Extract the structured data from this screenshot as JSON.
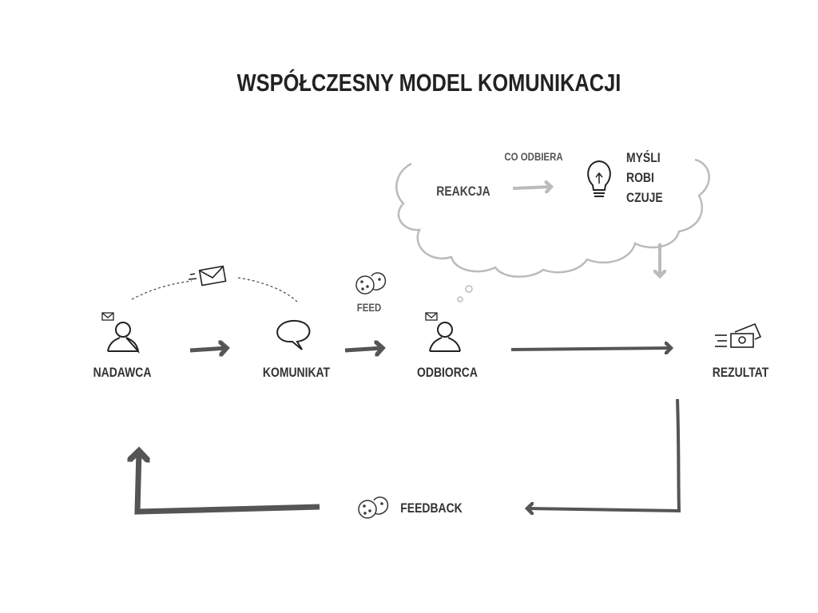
{
  "title": "WSPÓŁCZESNY MODEL KOMUNIKACJI",
  "nodes": {
    "sender": "NADAWCA",
    "message": "KOMUNIKAT",
    "receiver": "ODBIORCA",
    "result": "REZULTAT"
  },
  "feed_label": "FEED",
  "feedback_label": "FEEDBACK",
  "cloud": {
    "reaction": "REAKCJA",
    "what_received": "CO ODBIERA",
    "lines": [
      "MYŚLI",
      "ROBI",
      "CZUJE"
    ]
  },
  "colors": {
    "arrow": "#555555",
    "cloud": "#bbbbbb",
    "text": "#333333"
  }
}
